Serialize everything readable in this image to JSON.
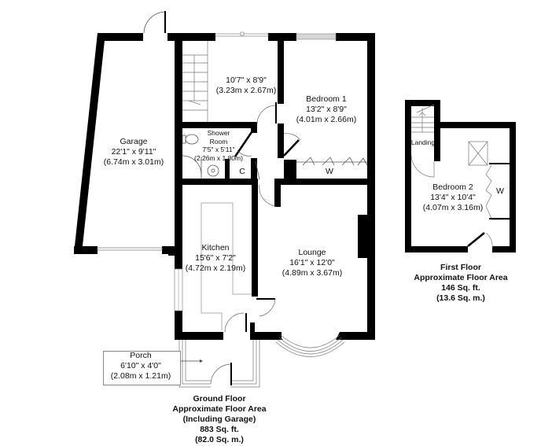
{
  "ground_floor": {
    "rooms": {
      "garage": {
        "name": "Garage",
        "imperial": "22'1\" x 9'11\"",
        "metric": "(6.74m x 3.01m)"
      },
      "hall_room": {
        "name": "",
        "imperial": "10'7\" x 8'9\"",
        "metric": "(3.23m x 2.67m)"
      },
      "bedroom1": {
        "name": "Bedroom 1",
        "imperial": "13'2\" x 8'9\"",
        "metric": "(4.01m x 2.66m)"
      },
      "shower": {
        "name_line1": "Shower",
        "name_line2": "Room",
        "imperial": "7'5\" x 5'11\"",
        "metric": "(2.26m x 1.80m)"
      },
      "cupboard": {
        "label": "C"
      },
      "wardrobe": {
        "label": "W"
      },
      "kitchen": {
        "name": "Kitchen",
        "imperial": "15'6\" x 7'2\"",
        "metric": "(4.72m x 2.19m)"
      },
      "lounge": {
        "name": "Lounge",
        "imperial": "16'1\" x 12'0\"",
        "metric": "(4.89m x 3.67m)"
      },
      "porch": {
        "name": "Porch",
        "imperial": "6'10\" x 4'0\"",
        "metric": "(2.08m x 1.21m)"
      }
    },
    "caption": {
      "line1": "Ground Floor",
      "line2": "Approximate Floor Area",
      "line3": "(Including Garage)",
      "line4": "883 Sq. ft.",
      "line5": "(82.0 Sq. m.)"
    }
  },
  "first_floor": {
    "rooms": {
      "landing": {
        "name": "Landing"
      },
      "bedroom2": {
        "name": "Bedroom 2",
        "imperial": "13'4\" x 10'4\"",
        "metric": "(4.07m x 3.16m)"
      },
      "wardrobe": {
        "label": "W"
      }
    },
    "caption": {
      "line1": "First Floor",
      "line2": "Approximate Floor Area",
      "line3": "146 Sq. ft.",
      "line4": "(13.6 Sq. m.)"
    }
  },
  "colors": {
    "wall": "#000000",
    "window": "#bfbfbf",
    "line": "#666666",
    "background": "#ffffff"
  }
}
